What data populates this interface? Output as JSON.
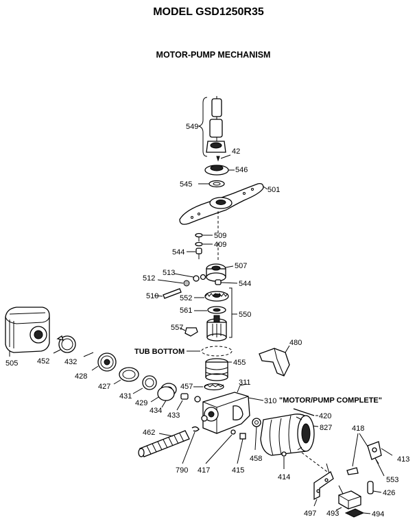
{
  "header": {
    "title": "MODEL GSD1250R35",
    "subtitle": "MOTOR-PUMP MECHANISM"
  },
  "annotations": {
    "tub_bottom": "TUB BOTTOM",
    "motor_pump_complete": "\"MOTOR/PUMP COMPLETE\""
  },
  "parts": {
    "p549": "549",
    "p42": "42",
    "p546": "546",
    "p545": "545",
    "p501": "501",
    "p509": "509",
    "p409": "409",
    "p544a": "544",
    "p507": "507",
    "p513": "513",
    "p512": "512",
    "p544b": "544",
    "p510": "510",
    "p552": "552",
    "p561": "561",
    "p550": "550",
    "p557": "557",
    "p480": "480",
    "p505": "505",
    "p452": "452",
    "p432": "432",
    "p428": "428",
    "p455": "455",
    "p427": "427",
    "p457": "457",
    "p311": "311",
    "p431": "431",
    "p429": "429",
    "p310": "310",
    "p434": "434",
    "p433": "433",
    "p420": "420",
    "p827": "827",
    "p418": "418",
    "p462": "462",
    "p413": "413",
    "p790": "790",
    "p417": "417",
    "p415": "415",
    "p458": "458",
    "p414": "414",
    "p553": "553",
    "p426": "426",
    "p497": "497",
    "p493": "493",
    "p494": "494"
  }
}
